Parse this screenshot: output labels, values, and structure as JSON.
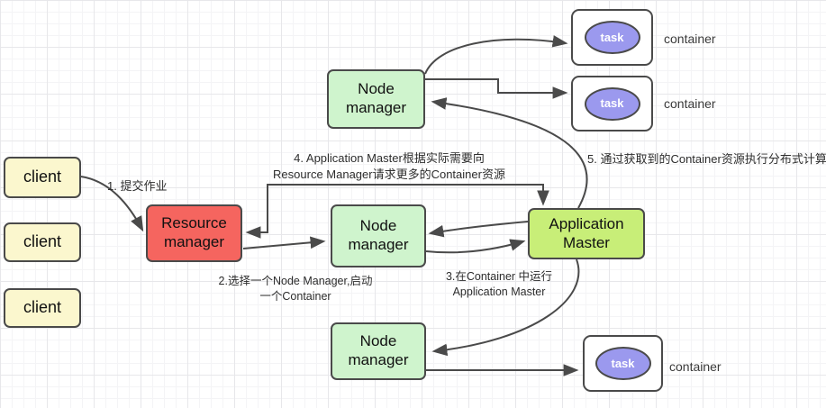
{
  "diagram": {
    "nodes": {
      "client_1": {
        "label": "client"
      },
      "client_2": {
        "label": "client"
      },
      "client_3": {
        "label": "client"
      },
      "resource_manager": {
        "label": "Resource manager"
      },
      "node_manager_top": {
        "label": "Node manager"
      },
      "node_manager_middle": {
        "label": "Node manager"
      },
      "node_manager_bottom": {
        "label": "Node manager"
      },
      "application_master": {
        "label": "Application Master"
      },
      "task_top": {
        "label": "task"
      },
      "task_middle": {
        "label": "task"
      },
      "task_bottom": {
        "label": "task"
      },
      "container_label_top": "container",
      "container_label_middle": "container",
      "container_label_bottom": "container"
    },
    "annotations": {
      "step1": "1. 提交作业",
      "step2_line1": "2.选择一个Node Manager,启动",
      "step2_line2": "一个Container",
      "step3_line1": "3.在Container 中运行",
      "step3_line2": "Application Master",
      "step4_line1": "4. Application Master根据实际需要向",
      "step4_line2": "Resource Manager请求更多的Container资源",
      "step5": "5. 通过获取到的Container资源执行分布式计算"
    },
    "colors": {
      "client_fill": "#FBF7CE",
      "resource_manager_fill": "#F5655F",
      "node_manager_fill": "#CFF4CD",
      "application_master_fill": "#C8EE78",
      "task_fill": "#9B99EE",
      "container_fill": "#FFFFFF",
      "node_text": "#111111",
      "task_text": "#FFFFFF",
      "border": "#4A4A4A",
      "arrow": "#4A4A4A"
    }
  }
}
